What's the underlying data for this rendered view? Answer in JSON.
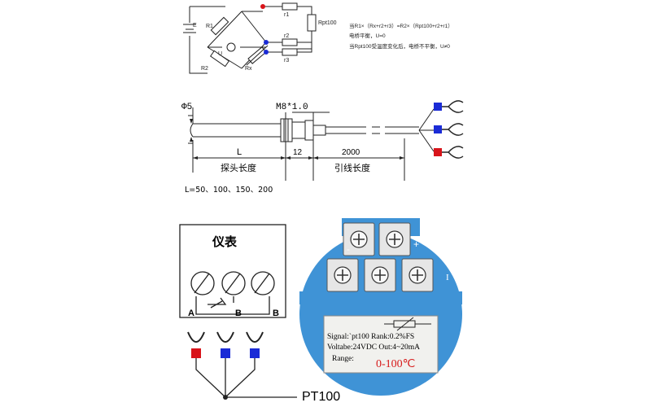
{
  "bridge": {
    "labels": {
      "E": "E",
      "R1": "R1",
      "R2": "R2",
      "U": "U",
      "Rx": "Rx",
      "r1": "r1",
      "r2": "r2",
      "r3": "r3",
      "rpt": "Rpt100"
    },
    "equations": [
      "当R1×（Rx+r2+r3）=R2×（Rpt100+r2+r1）",
      "电桥平衡，U=0",
      "当Rpt100受温度变化后，电桥不平衡，U≠0"
    ]
  },
  "probe": {
    "diameter": "Φ5",
    "thread": "M8*1.0",
    "dim_L": "L",
    "dim_12": "12",
    "dim_2000": "2000",
    "probe_length": "探头长度",
    "lead_length": "引线长度",
    "lengths": "L=50、100、150、200"
  },
  "meter": {
    "title": "仪表",
    "terminals": [
      "A",
      "B",
      "B"
    ],
    "sensor_label": "PT100"
  },
  "module": {
    "minus": "-",
    "plus": "+",
    "side": "I",
    "line1": "Signal:`pt100 Rank:0.2%FS",
    "line2": "Voltabe:24VDC Out:4~20mA",
    "range_label": "Range:",
    "range_value": "0-100℃"
  },
  "colors": {
    "blue": "#1a2bd6",
    "red": "#d8141a",
    "module": "#3f93d6",
    "label_red": "#d71a1a"
  }
}
